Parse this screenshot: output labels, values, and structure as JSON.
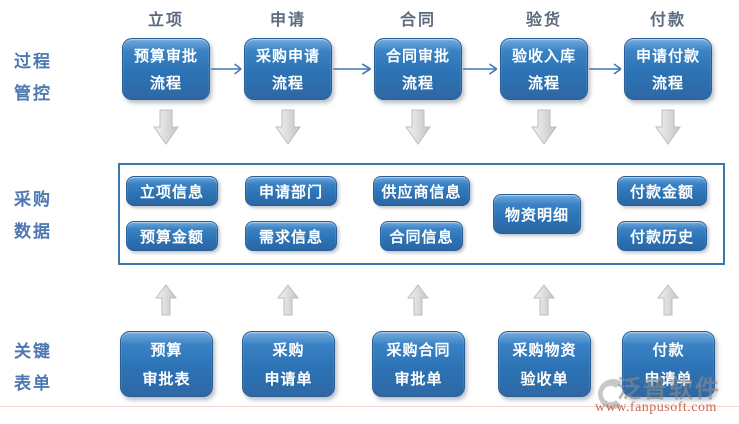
{
  "row_labels": {
    "process": [
      "过程",
      "管控"
    ],
    "data": [
      "采购",
      "数据"
    ],
    "forms": [
      "关键",
      "表单"
    ]
  },
  "columns": [
    {
      "header": "立项",
      "process": [
        "预算审批",
        "流程"
      ],
      "data_items": [
        "立项信息",
        "预算金额"
      ],
      "form": [
        "预算",
        "审批表"
      ]
    },
    {
      "header": "申请",
      "process": [
        "采购申请",
        "流程"
      ],
      "data_items": [
        "申请部门",
        "需求信息"
      ],
      "form": [
        "采购",
        "申请单"
      ]
    },
    {
      "header": "合同",
      "process": [
        "合同审批",
        "流程"
      ],
      "data_items": [
        "供应商信息",
        "合同信息"
      ],
      "form": [
        "采购合同",
        "审批单"
      ]
    },
    {
      "header": "验货",
      "process": [
        "验收入库",
        "流程"
      ],
      "data_items": [
        "物资明细"
      ],
      "form": [
        "采购物资",
        "验收单"
      ]
    },
    {
      "header": "付款",
      "process": [
        "申请付款",
        "流程"
      ],
      "data_items": [
        "付款金额",
        "付款历史"
      ],
      "form": [
        "付款",
        "申请单"
      ]
    }
  ],
  "watermark": {
    "brand": "泛普软件",
    "url": "www.fanpusoft.com"
  },
  "icons": {
    "right_arrow": "right-arrow-icon",
    "down_arrow": "down-arrow-icon",
    "up_arrow": "up-arrow-icon",
    "logo": "fanpu-logo-icon"
  },
  "colors": {
    "node_blue": "#2C73B5",
    "node_blue_light": "#5B9BD5",
    "node_border": "#2A5E96",
    "panel_border": "#3D77AA",
    "connector_blue": "#4576B5",
    "block_arrow_gray": "#D9D9D9",
    "row_label_blue": "#4D78B2",
    "header_slate": "#5C6B80",
    "watermark_red": "#CB6A55",
    "watermark_gray": "#8A8A8A"
  }
}
